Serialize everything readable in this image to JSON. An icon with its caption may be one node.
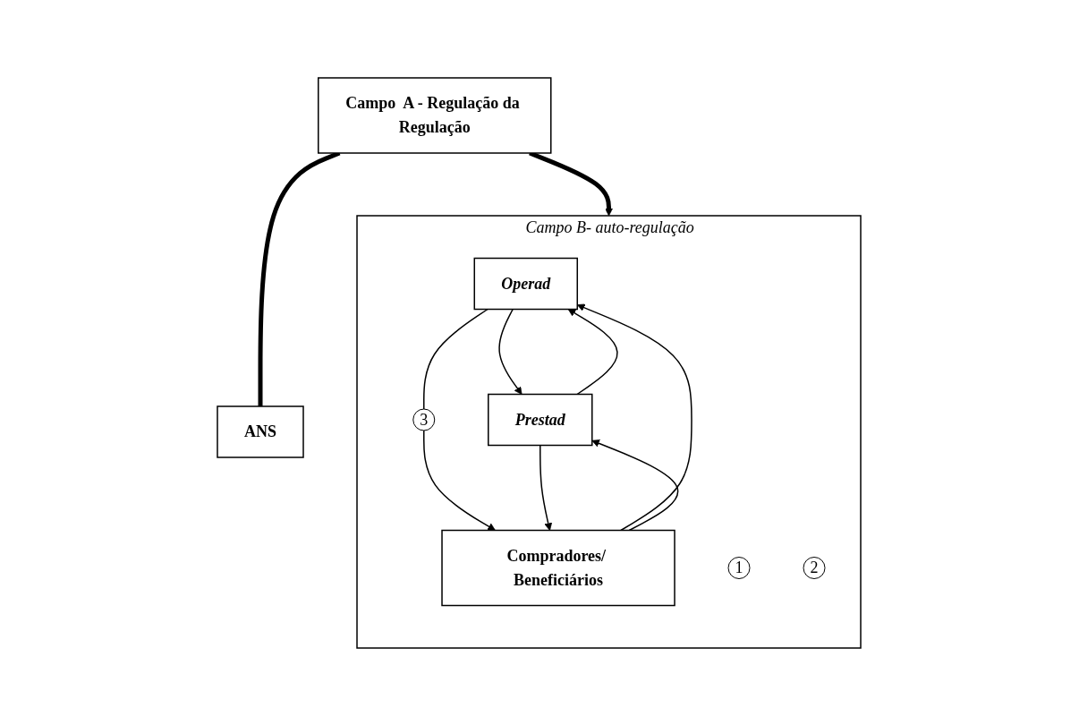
{
  "diagram": {
    "nodes": [
      {
        "text": [
          "Campo  A - Regulação da Regulação"
        ]
      },
      {
        "text": [
          "ANS"
        ]
      },
      {
        "text": [
          "Campo B- auto-regulação"
        ]
      },
      {
        "text": [
          "Operad"
        ],
        "in": 2
      },
      {
        "text": [
          "Prestad"
        ],
        "in": 2
      },
      {
        "text": [
          "1"
        ],
        "in": 2
      },
      {
        "text": [
          "3"
        ],
        "in": 2
      },
      {
        "text": [
          "2"
        ],
        "in": 2
      },
      {
        "text": [
          "Compradores/ Beneficiários"
        ],
        "in": 2
      }
    ],
    "edges": [
      {
        "from": 0,
        "to": 1,
        "arrow": "none",
        "style": "thick"
      },
      {
        "from": 0,
        "to": 2,
        "arrow": "to",
        "style": "thick"
      },
      {
        "from": 3,
        "to": 4,
        "arrow": "to"
      },
      {
        "from": 4,
        "to": 3,
        "arrow": "to"
      },
      {
        "from": 3,
        "to": 6,
        "arrow": "none"
      },
      {
        "from": 6,
        "to": 8,
        "arrow": "to"
      },
      {
        "from": 8,
        "to": 3,
        "arrow": "to"
      },
      {
        "from": 8,
        "to": 4,
        "arrow": "to"
      },
      {
        "from": 4,
        "to": 8,
        "arrow": "to"
      }
    ]
  }
}
